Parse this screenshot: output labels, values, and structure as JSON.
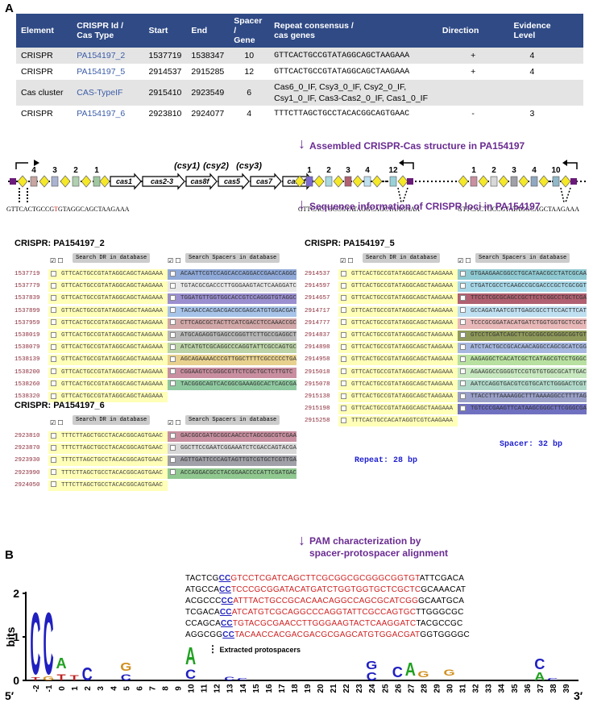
{
  "panel_a": "A",
  "panel_b": "B",
  "table": {
    "headers": [
      "Element",
      "CRISPR Id /\nCas Type",
      "Start",
      "End",
      "Spacer /\nGene",
      "Repeat consensus /\ncas genes",
      "Direction",
      "Evidence\nLevel"
    ],
    "rows": [
      {
        "element": "CRISPR",
        "id": "PA154197_2",
        "start": "1537719",
        "end": "1538347",
        "spacer": "10",
        "repeat": "GTTCACTGCCGTATAGGCAGCTAAGAAA",
        "direction": "+",
        "evidence": "4"
      },
      {
        "element": "CRISPR",
        "id": "PA154197_5",
        "start": "2914537",
        "end": "2915285",
        "spacer": "12",
        "repeat": "GTTCACTGCCGTATAGGCAGCTAAGAAA",
        "direction": "+",
        "evidence": "4"
      },
      {
        "element": "Cas cluster",
        "id": "CAS-TypeIF",
        "start": "2915410",
        "end": "2923549",
        "spacer": "6",
        "repeat": "Cas6_0_IF, Csy3_0_IF, Csy2_0_IF, Csy1_0_IF, Cas3-Cas2_0_IF, Cas1_0_IF",
        "direction": "",
        "evidence": ""
      },
      {
        "element": "CRISPR",
        "id": "PA154197_6",
        "start": "2923810",
        "end": "2924077",
        "spacer": "4",
        "repeat": "TTTCTTAGCTGCCTACACGGCAGTGAAC",
        "direction": "-",
        "evidence": "3"
      }
    ]
  },
  "assembled_label": "Assembled CRISPR-Cas structure in PA154197",
  "sequence_label": "Sequence information of CRISPR loci in PA154197",
  "pam_label_1": "PAM characterization by",
  "pam_label_2": "spacer-protospacer alignment",
  "structure": {
    "genes": [
      "cas1",
      "cas2-3",
      "cas8f",
      "cas5",
      "cas7",
      "cas6f"
    ],
    "csy": [
      "(csy1)",
      "(csy2)",
      "(csy3)"
    ],
    "left_nums": [
      "4",
      "3",
      "2",
      "1"
    ],
    "mid_nums": [
      "1",
      "2",
      "3",
      "4",
      "12"
    ],
    "right_nums": [
      "1",
      "2",
      "3",
      "4",
      "10"
    ],
    "seq_left_a": "GTTCACTGCCG",
    "seq_left_b": "T",
    "seq_left_c": "GTAGGCAGCTAAGAAA",
    "seq_mid": "GTTCACTGCCGTATAGGCAGCTAAGAAA",
    "seq_right": "GTTCACTGCCGTATAGGCAGCTAAGAAA"
  },
  "search_dr": "Search DR in database",
  "search_sp": "Search Spacers in database",
  "locus2": {
    "title": "CRISPR: PA154197_2",
    "positions": [
      "1537719",
      "1537779",
      "1537839",
      "1537899",
      "1537959",
      "1538019",
      "1538079",
      "1538139",
      "1538200",
      "1538260",
      "1538320"
    ],
    "dr": "GTTCACTGCCGTATAGGCAGCTAAGAAA",
    "spacers": [
      {
        "seq": "ACAATTCGTCCAGCACCAGGACCGAACCAGGC",
        "color": "#8fa9d8"
      },
      {
        "seq": "TGTACGCGACCCTTGGGAAGTACTCAAGGATC",
        "color": "#e8e8e8"
      },
      {
        "seq": "TGGATGTTGGTGGCACCGTCCAGGGTGTAGGC",
        "color": "#9b8fd0"
      },
      {
        "seq": "TACAACCACGACGACGCGAGCATGTGGACGAT",
        "color": "#a7c4e8"
      },
      {
        "seq": "CTTCAGCGCTACTTCATCGACCTCCAAACCGC",
        "color": "#d1a7a7"
      },
      {
        "seq": "ATGCAGAGGTGAGCCGGGTTCTTGCCGAGGCT",
        "color": "#b8b8b8"
      },
      {
        "seq": "ATCATGTCGCAGGCCCAGGTATTCGCCAGTGC",
        "color": "#bcd4a7"
      },
      {
        "seq": "AGCAGAAAACCCGTTGGCTTTTCGCCCCCTGA",
        "color": "#e8d18f"
      },
      {
        "seq": "CGGAAGTCCGGGCGTTCTCGCTGCTCTTGTC",
        "color": "#c98fa0"
      },
      {
        "seq": "TACGGGCAGTCACGGCGAAAGGCACTCAGCGA",
        "color": "#8fc9a0"
      }
    ]
  },
  "locus5": {
    "title": "CRISPR: PA154197_5",
    "positions": [
      "2914537",
      "2914597",
      "2914657",
      "2914717",
      "2914777",
      "2914837",
      "2914898",
      "2914958",
      "2915018",
      "2915078",
      "2915138",
      "2915198",
      "2915258"
    ],
    "dr": "GTTCACTGCCGTATAGGCAGCTAAGAAA",
    "dr_last": "TTTCACTGCCACATAGGTCGTCAAGAAA",
    "spacers": [
      {
        "seq": "GTGAAGAACGGCCTGCATAACGCCTATCGCAA",
        "color": "#8fc9d1"
      },
      {
        "seq": "CTGATCGCCTCAAGCCGCGACCCGCTCGCGGT",
        "color": "#a7d8e8"
      },
      {
        "seq": "TTCCTCGCGCAGCCGCTTCTCGGCCTGCTCGA",
        "color": "#b06070"
      },
      {
        "seq": "GCCAGATAATCGTTGAGCGCCTTCCACTTCAT",
        "color": "#bfe0f0"
      },
      {
        "seq": "TCCCGCGGATACATGATCTGGTGGTGCTCGCTC",
        "color": "#e8b8b8"
      },
      {
        "seq": "GTCCTCGATCAGCTTCGCGGCGCGGGCGGTGTA",
        "color": "#8f9a5a"
      },
      {
        "seq": "ATCTACTGCCGCACAACAGGCCAGCGCATCGG",
        "color": "#a7b8e0"
      },
      {
        "seq": "AAGAGGCTCACATCGCTCATAGCGTCCTGGGC",
        "color": "#b8e0a0"
      },
      {
        "seq": "AGAAGGCCGGGGTCCGTGTGTGGCGCATTGAC",
        "color": "#c8e8c0"
      },
      {
        "seq": "AATCCAGGTGACGTCGTGCATCTGGGACTCGT",
        "color": "#b0d8c8"
      },
      {
        "seq": "TTACCTTTAAAAGGCTTTAAAAGGCCTTTTAG",
        "color": "#9aa0c8"
      },
      {
        "seq": "TGTCCCGAAGTTCATAAGCGGGCTTCGGGCGA",
        "color": "#7070c0"
      }
    ],
    "repeat_note": "Repeat: 28 bp",
    "spacer_note": "Spacer: 32 bp"
  },
  "locus6": {
    "title": "CRISPR: PA154197_6",
    "positions": [
      "2923810",
      "2923870",
      "2923930",
      "2923990",
      "2924050"
    ],
    "dr": "TTTCTTAGCTGCCTACACGGCAGTGAAC",
    "spacers": [
      {
        "seq": "GACGGCGATGCGGCAACCCTAGCGGCGTCGAA",
        "color": "#c890a0"
      },
      {
        "seq": "GGCTTCCGAATCGGAAATCTCGACCAGTACGA",
        "color": "#d8d8d8"
      },
      {
        "seq": "AGTTGATTCCCAGTAGTTGTCGTGCTCGTTGA",
        "color": "#a0a0a8"
      },
      {
        "seq": "ACCAGGACGCCTACGGAACCCCATTCGATGAC",
        "color": "#90c890"
      }
    ]
  },
  "pam": {
    "lines": [
      {
        "pre": "TACTCG",
        "pam": "CC",
        "proto": "GTCCTCGATCAGCTTCGCGGCGCGGGCGGTGT",
        "post": "ATTCGACA"
      },
      {
        "pre": "ATGCCA",
        "pam": "CC",
        "proto": "TCCCGCGGATACATGATCTGGTGGTGCTCGCTC",
        "post": "GCAAACAT"
      },
      {
        "pre": "ACGCCC",
        "pam": "CC",
        "proto": "ATTTACTGCCGCACAACAGGCCAGCGCATCGG",
        "post": "GCAATGCA"
      },
      {
        "pre": "TCGACA",
        "pam": "CC",
        "proto": "ATCATGTCGCAGGCCCAGGTATTCGCCAGTGC",
        "post": "TTGGGCGC"
      },
      {
        "pre": "CCAGCA",
        "pam": "CC",
        "proto": "TGTACGCGAACCTTGGGAAGTACTCAAGGATC",
        "post": "TACGCCGC"
      },
      {
        "pre": "AGGCGG",
        "pam": "CC",
        "proto": "TACAACCACGACGACGCGAGCATGTGGACGAT",
        "post": "GGTGGGGC"
      }
    ],
    "extracted": "Extracted protospacers",
    "ylabel": "bits",
    "y_ticks": [
      "2",
      "1",
      "0"
    ],
    "left_end": "5′",
    "right_end": "3′",
    "x_ticks": [
      "-2",
      "-1",
      "0",
      "1",
      "2",
      "3",
      "4",
      "5",
      "6",
      "7",
      "8",
      "9",
      "10",
      "11",
      "12",
      "13",
      "14",
      "15",
      "16",
      "17",
      "18",
      "19",
      "20",
      "21",
      "22",
      "23",
      "24",
      "25",
      "26",
      "27",
      "28",
      "29",
      "30",
      "31",
      "32",
      "33",
      "34",
      "35",
      "36",
      "37",
      "38",
      "39"
    ]
  }
}
